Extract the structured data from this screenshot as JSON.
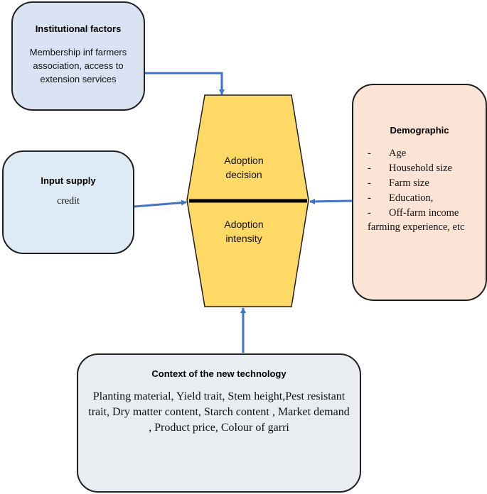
{
  "institutional": {
    "title": "Institutional factors",
    "body": "Membership inf farmers association, access to extension services"
  },
  "input_supply": {
    "title": "Input supply",
    "body": "credit"
  },
  "demographic": {
    "title": "Demographic",
    "items": [
      "Age",
      "Household size",
      "Farm size",
      "Education,",
      "Off-farm income"
    ],
    "extra": "farming experience, etc",
    "dash": "-"
  },
  "context": {
    "title": "Context of the new technology",
    "body": "Planting material, Yield trait, Stem height,Pest resistant trait, Dry matter content, Starch content , Market demand , Product price, Colour of garri"
  },
  "center": {
    "top_line1": "Adoption",
    "top_line2": "decision",
    "bottom_line1": "Adoption",
    "bottom_line2": "intensity"
  },
  "colors": {
    "hexagon_fill": "#ffd966",
    "arrow": "#4472c4",
    "divider": "#000000"
  }
}
